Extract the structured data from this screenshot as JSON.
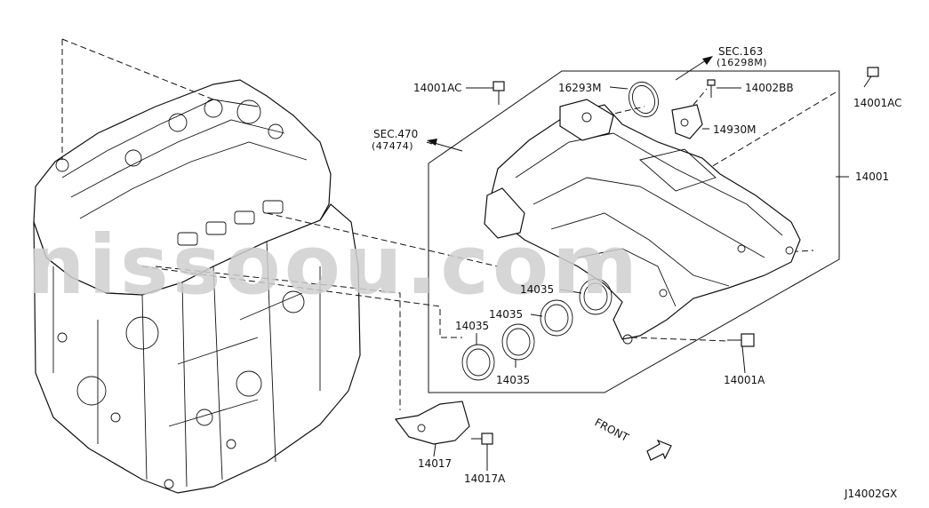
{
  "watermark": "nissoou.com",
  "diagram_id": "J14002GX",
  "front_label": "FRONT",
  "labels": {
    "bolt_top_left": "14001AC",
    "bolt_top_right": "14001AC",
    "gasket_16293": "16293M",
    "screw_14002bb": "14002BB",
    "sensor": "14930M",
    "manifold": "14001",
    "sec163": "SEC.163",
    "sec163_ref": "(16298M)",
    "sec470": "SEC.470",
    "sec470_ref": "(47474)",
    "gasket_1": "14035",
    "gasket_2": "14035",
    "gasket_3": "14035",
    "gasket_4": "14035",
    "bolt_14001a": "14001A",
    "bracket": "14017",
    "bolt_14017a": "14017A"
  }
}
